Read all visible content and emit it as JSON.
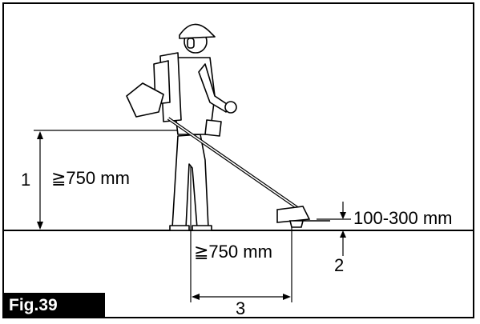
{
  "figure": {
    "tag": "Fig.39"
  },
  "labels": {
    "callout_1": "1",
    "callout_2": "2",
    "callout_3": "3",
    "height_value": "≧750 mm",
    "ground_value": "100-300 mm",
    "distance_value": "≧750 mm"
  },
  "colors": {
    "ink": "#000000",
    "background": "#ffffff",
    "tag_background": "#000000",
    "tag_text": "#ffffff"
  }
}
